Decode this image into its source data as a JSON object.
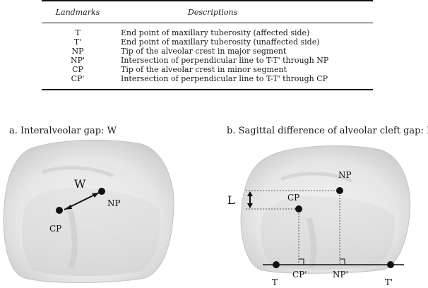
{
  "table": {
    "headers": [
      "Landmarks",
      "Descriptions"
    ],
    "rows": [
      {
        "landmark": "T",
        "description": "End point of maxillary tuberosity (affected side)"
      },
      {
        "landmark": "T'",
        "description": "End point of maxillary tuberosity (unaffected side)"
      },
      {
        "landmark": "NP",
        "description": "Tip of the alveolar crest in major segment"
      },
      {
        "landmark": "NP'",
        "description": "Intersection of perpendicular line to T-T' through NP"
      },
      {
        "landmark": "CP",
        "description": "Tip of the alveolar crest in minor segment"
      },
      {
        "landmark": "CP'",
        "description": "Intersection of perpendicular line to T-T' through CP"
      }
    ]
  },
  "figure_a": {
    "caption": "a. Interalveolar gap: W",
    "labels": {
      "W": "W",
      "NP": "NP",
      "CP": "CP"
    }
  },
  "figure_b": {
    "caption": "b. Sagittal difference of alveolar cleft gap: L",
    "labels": {
      "L": "L",
      "NP": "NP",
      "CP": "CP",
      "T": "T",
      "T_prime": "T'",
      "CP_prime": "CP'",
      "NP_prime": "NP'"
    }
  }
}
